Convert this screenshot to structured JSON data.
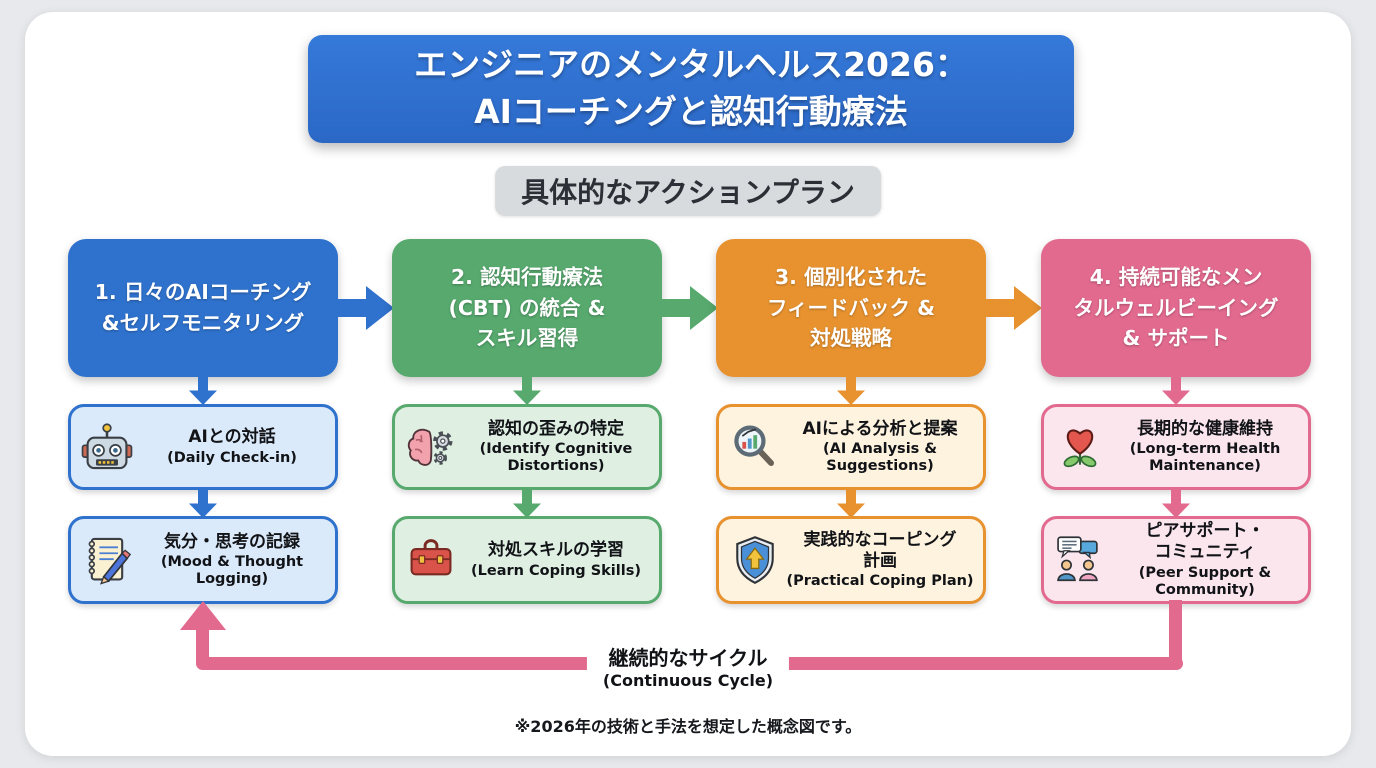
{
  "palette": {
    "page_bg": "#e7e9ec",
    "card_bg": "#ffffff",
    "title_bg": "#2f6fd1",
    "subtitle_bg": "#d8dbde",
    "cycle_color": "#e26a8f"
  },
  "title": {
    "line1": "エンジニアのメンタルヘルス2026：",
    "line2": "AIコーチングと認知行動療法"
  },
  "subtitle": {
    "text": "具体的なアクションプラン"
  },
  "columns": [
    {
      "color": "#2f72cd",
      "light_bg": "#dbeafa",
      "header_lines": [
        "1. 日々のAIコーチング",
        "&セルフモニタリング"
      ],
      "items": [
        {
          "icon": "robot-icon",
          "jp_lines": [
            "AIとの対話"
          ],
          "en": "(Daily Check-in)"
        },
        {
          "icon": "notebook-pencil-icon",
          "jp_lines": [
            "気分・思考の記録"
          ],
          "en": "(Mood & Thought Logging)"
        }
      ]
    },
    {
      "color": "#57a96e",
      "light_bg": "#dff0e3",
      "header_lines": [
        "2. 認知行動療法",
        "(CBT) の統合 &",
        "スキル習得"
      ],
      "items": [
        {
          "icon": "brain-gears-icon",
          "jp_lines": [
            "認知の歪みの特定"
          ],
          "en": "(Identify Cognitive Distortions)"
        },
        {
          "icon": "toolbox-icon",
          "jp_lines": [
            "対処スキルの学習"
          ],
          "en": "(Learn Coping Skills)"
        }
      ]
    },
    {
      "color": "#e7922f",
      "light_bg": "#fdf3de",
      "header_lines": [
        "3. 個別化された",
        "フィードバック &",
        "対処戦略"
      ],
      "items": [
        {
          "icon": "magnifier-chart-icon",
          "jp_lines": [
            "AIによる分析と提案"
          ],
          "en": "(AI Analysis & Suggestions)"
        },
        {
          "icon": "shield-arrow-icon",
          "jp_lines": [
            "実践的なコーピング",
            "計画"
          ],
          "en": "(Practical Coping Plan)"
        }
      ]
    },
    {
      "color": "#e26a8f",
      "light_bg": "#fbe6ee",
      "header_lines": [
        "4. 持続可能なメン",
        "タルウェルビーイング",
        "& サポート"
      ],
      "items": [
        {
          "icon": "heart-plant-icon",
          "jp_lines": [
            "長期的な健康維持"
          ],
          "en": "(Long-term Health Maintenance)"
        },
        {
          "icon": "people-chat-icon",
          "jp_lines": [
            "ピアサポート・",
            "コミュニティ"
          ],
          "en": "(Peer Support & Community)"
        }
      ]
    }
  ],
  "cycle": {
    "jp": "継続的なサイクル",
    "en": "(Continuous Cycle)"
  },
  "footnote": "※2026年の技術と手法を想定した概念図です。"
}
